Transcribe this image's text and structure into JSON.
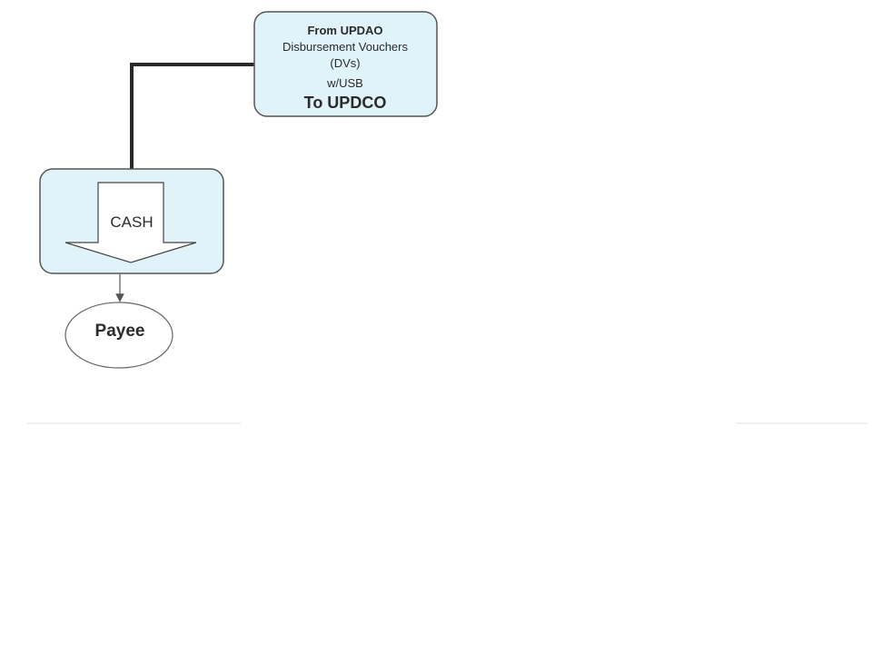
{
  "source_box": {
    "line1": "From UPDAO",
    "line2": "Disbursement Vouchers",
    "line3": "(DVs)",
    "line4": "w/USB",
    "line5": "To UPDCO"
  },
  "cash_box": {
    "label": "CASH"
  },
  "payee_node": {
    "label": "Payee"
  },
  "colors": {
    "box_fill": "#dff3f8",
    "box_stroke": "#555555",
    "connector": "#2a2a2a",
    "text": "#2b2b2b",
    "background": "#ffffff"
  }
}
